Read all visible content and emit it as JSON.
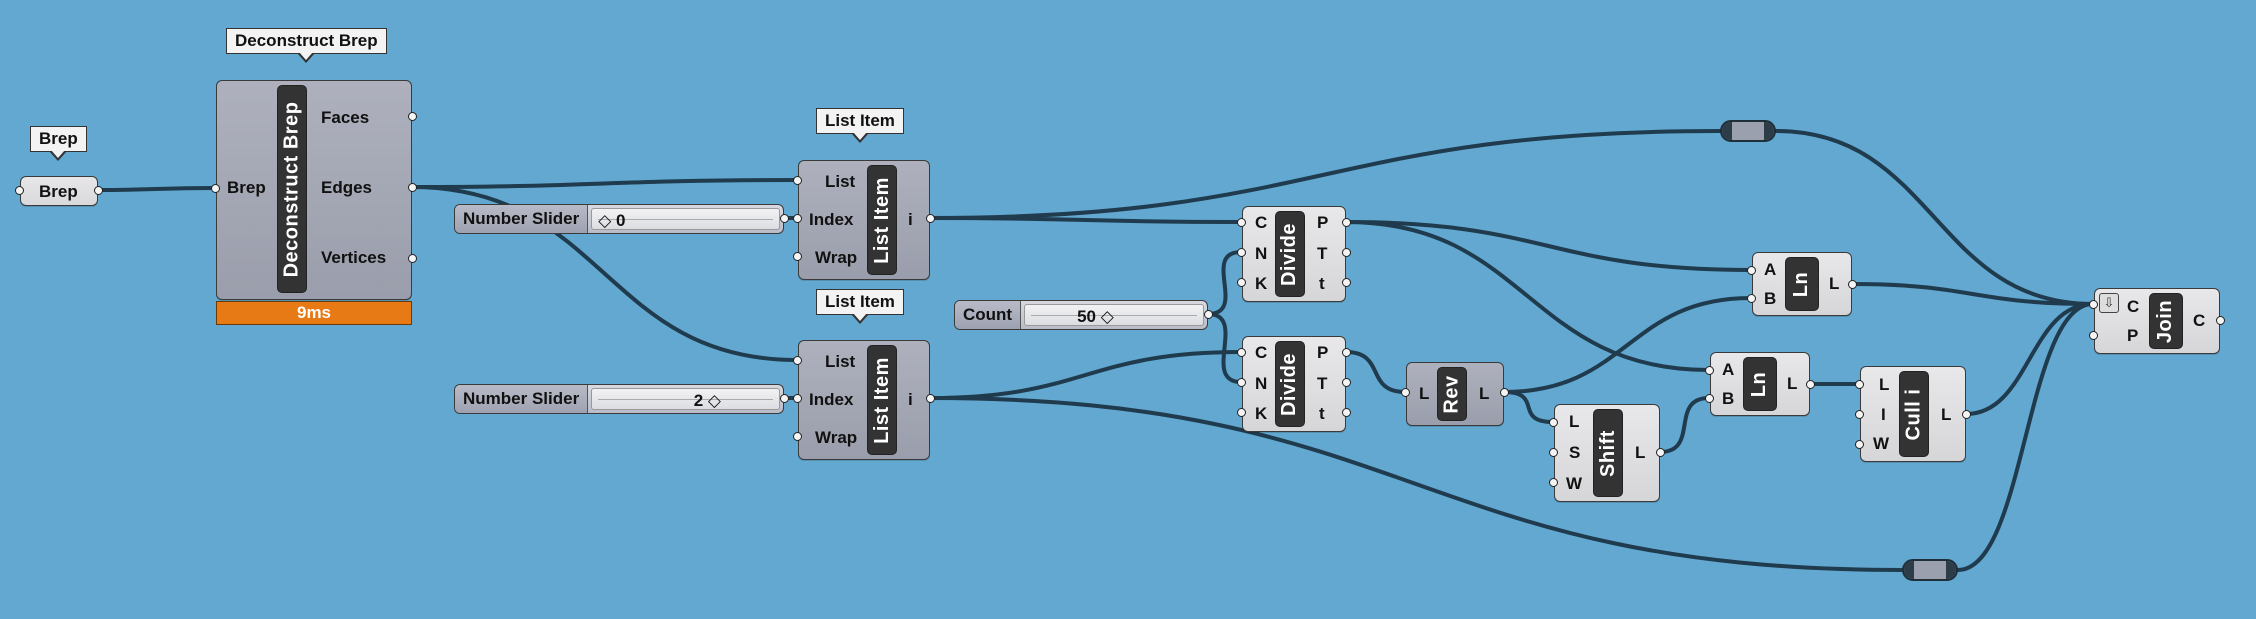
{
  "colors": {
    "canvas_bg": "#62A8D0",
    "wire": "#1f3b4d",
    "profiler": "#E87A16"
  },
  "tags": {
    "brep": "Brep",
    "deconstruct_brep": "Deconstruct Brep",
    "list_item_1": "List Item",
    "list_item_2": "List Item"
  },
  "brep_param": {
    "label": "Brep"
  },
  "deconstruct": {
    "title": "Deconstruct Brep",
    "input": "Brep",
    "outputs": [
      "Faces",
      "Edges",
      "Vertices"
    ],
    "timing": "9ms"
  },
  "sliders": [
    {
      "name": "Number Slider",
      "value": "◇ 0"
    },
    {
      "name": "Number Slider",
      "value": "2 ◇"
    },
    {
      "name": "Count",
      "value": "50 ◇"
    }
  ],
  "list_item_1": {
    "title": "List Item",
    "inputs": [
      "List",
      "Index",
      "Wrap"
    ],
    "output": "i"
  },
  "list_item_2": {
    "title": "List Item",
    "inputs": [
      "List",
      "Index",
      "Wrap"
    ],
    "output": "i"
  },
  "divide_1": {
    "title": "Divide",
    "inputs": [
      "C",
      "N",
      "K"
    ],
    "outputs": [
      "P",
      "T",
      "t"
    ]
  },
  "divide_2": {
    "title": "Divide",
    "inputs": [
      "C",
      "N",
      "K"
    ],
    "outputs": [
      "P",
      "T",
      "t"
    ]
  },
  "ln_1": {
    "title": "Ln",
    "inputs": [
      "A",
      "B"
    ],
    "output": "L"
  },
  "ln_2": {
    "title": "Ln",
    "inputs": [
      "A",
      "B"
    ],
    "output": "L"
  },
  "rev": {
    "title": "Rev",
    "input": "L",
    "output": "L"
  },
  "shift": {
    "title": "Shift",
    "inputs": [
      "L",
      "S",
      "W"
    ],
    "output": "L"
  },
  "cull": {
    "title": "Cull i",
    "inputs": [
      "L",
      "I",
      "W"
    ],
    "output": "L"
  },
  "join": {
    "title": "Join",
    "inputs": [
      "C",
      "P"
    ],
    "output": "C",
    "flag_icon": "arrow-down-icon"
  }
}
